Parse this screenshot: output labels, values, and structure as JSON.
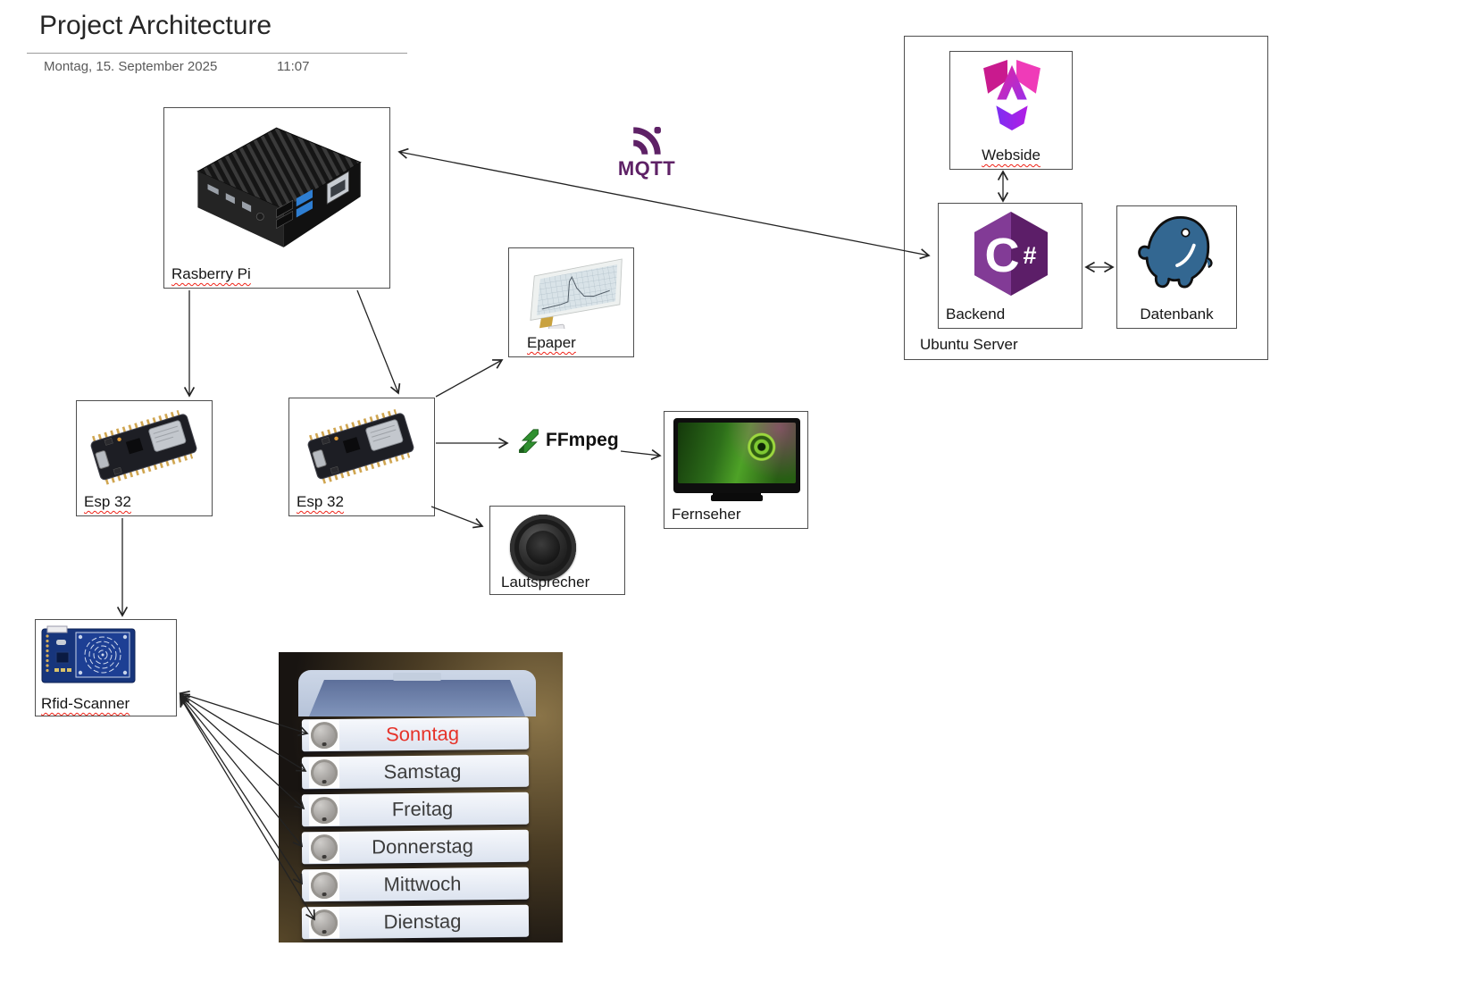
{
  "page": {
    "title": "Project Architecture",
    "date": "Montag, 15. September 2025",
    "time": "11:07"
  },
  "nodes": {
    "raspberry_pi": {
      "label": "Rasberry Pi"
    },
    "esp32_left": {
      "label": "Esp 32"
    },
    "esp32_right": {
      "label": "Esp 32"
    },
    "epaper": {
      "label": "Epaper"
    },
    "lautsprecher": {
      "label": "Lautsprecher"
    },
    "fernseher": {
      "label": "Fernseher"
    },
    "rfid_scanner": {
      "label": "Rfid-Scanner"
    },
    "ubuntu_server": {
      "label": "Ubuntu Server"
    },
    "webside": {
      "label": "Webside"
    },
    "backend": {
      "label": "Backend"
    },
    "datenbank": {
      "label": "Datenbank"
    }
  },
  "logos": {
    "mqtt": {
      "label": "MQTT",
      "color": "#5e2166"
    },
    "ffmpeg": {
      "label": "FFmpeg",
      "color": "#2f8f2f"
    },
    "csharp": {
      "c": "C",
      "hash": "#",
      "color": "#68217a"
    },
    "angular": {
      "colors": [
        "#c91a8e",
        "#ef3bb8",
        "#9b2fe8"
      ]
    },
    "postgresql": {
      "color": "#336791"
    }
  },
  "drawer": {
    "days": [
      {
        "label": "Sonntag",
        "color": "#e63229"
      },
      {
        "label": "Samstag",
        "color": "#3c3c3c"
      },
      {
        "label": "Freitag",
        "color": "#3c3c3c"
      },
      {
        "label": "Donnerstag",
        "color": "#3c3c3c"
      },
      {
        "label": "Mittwoch",
        "color": "#3c3c3c"
      },
      {
        "label": "Dienstag",
        "color": "#3c3c3c"
      }
    ]
  }
}
